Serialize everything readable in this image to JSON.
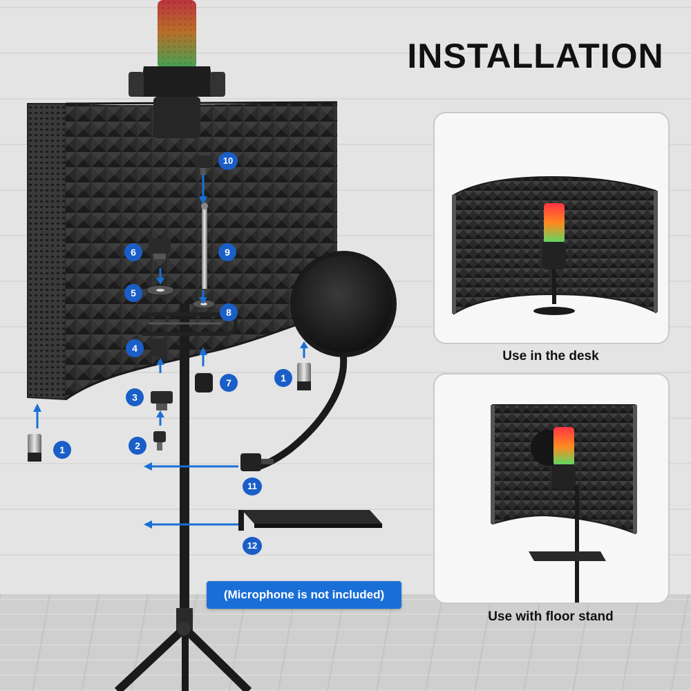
{
  "title": "INSTALLATION",
  "notice": "(Microphone is not included)",
  "captions": {
    "desk": "Use in the desk",
    "floor": "Use with floor stand"
  },
  "steps": [
    "1",
    "1",
    "2",
    "3",
    "4",
    "5",
    "6",
    "7",
    "8",
    "9",
    "10",
    "11",
    "12"
  ],
  "colors": {
    "badge": "#1a5ec8",
    "arrow": "#1a6fd6",
    "notice": "#1a6fd6",
    "foam": "#2b2b2b"
  }
}
